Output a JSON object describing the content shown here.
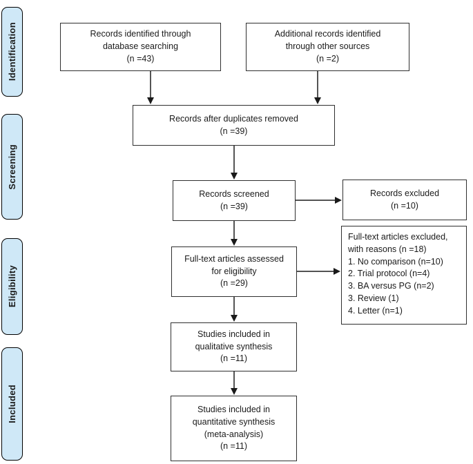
{
  "figure": {
    "type": "prisma-flow-diagram",
    "colors": {
      "stage_fill": "#cfe8f7",
      "stage_border": "#000000",
      "box_border": "#2e2e2e",
      "text": "#1a1a1a"
    },
    "stages": [
      {
        "id": "identification",
        "label": "Identification"
      },
      {
        "id": "screening",
        "label": "Screening"
      },
      {
        "id": "eligibility",
        "label": "Eligibility"
      },
      {
        "id": "included",
        "label": "Included"
      }
    ],
    "boxes": {
      "records_identified": {
        "text": "Records identified through\ndatabase searching\n(n =43)",
        "n": 43
      },
      "additional_records": {
        "text": "Additional records identified\nthrough other sources\n(n =2)",
        "n": 2
      },
      "after_duplicates": {
        "text": "Records after duplicates removed\n(n =39)",
        "n": 39
      },
      "records_screened": {
        "text": "Records screened\n(n =39)",
        "n": 39
      },
      "records_excluded": {
        "text": "Records excluded\n(n =10)",
        "n": 10
      },
      "fulltext_assessed": {
        "text": "Full-text articles assessed\nfor eligibility\n(n =29)",
        "n": 29
      },
      "fulltext_excluded": {
        "text": "Full-text articles excluded,\nwith reasons (n =18)\n1. No comparison (n=10)\n2. Trial protocol (n=4)\n3. BA versus PG (n=2)\n3. Review (1)\n4. Letter (n=1)",
        "n": 18
      },
      "qualitative_synthesis": {
        "text": "Studies included in\nqualitative synthesis\n(n =11)",
        "n": 11
      },
      "quantitative_synthesis": {
        "text": "Studies included in\nquantitative synthesis\n(meta-analysis)\n(n =11)",
        "n": 11
      }
    }
  }
}
